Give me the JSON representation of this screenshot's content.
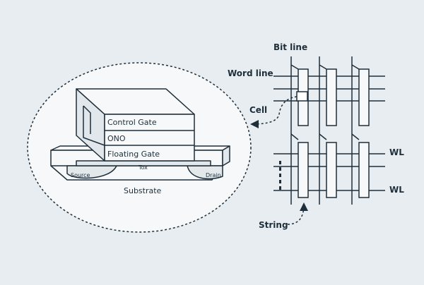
{
  "colors": {
    "background": "#e8edf1",
    "ink": "#1f2f3a",
    "fill": "#f6f8f9"
  },
  "cell_structure": {
    "control_gate": "Control Gate",
    "ono": "ONO",
    "floating_gate": "Floating Gate",
    "tox": "Tox",
    "source": "Source",
    "drain": "Drain",
    "substrate": "Substrate"
  },
  "array": {
    "bit_line": "Bit line",
    "word_line": "Word line",
    "cell": "Cell",
    "wl_1": "WL",
    "wl_2": "WL",
    "string": "String"
  }
}
